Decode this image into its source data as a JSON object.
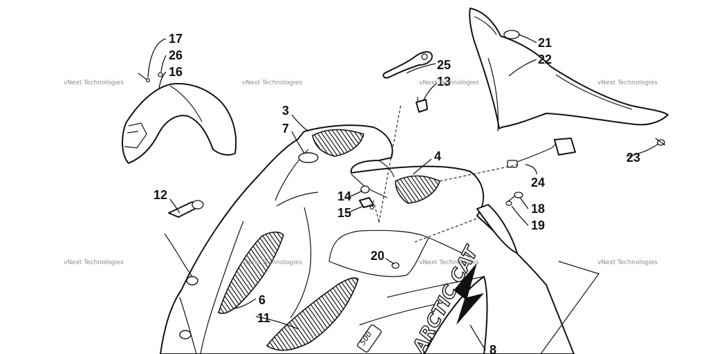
{
  "watermark": "vNext Technologies",
  "brand_decal": "ARCTIC CAT",
  "model_badge": "500",
  "callouts": [
    "17",
    "26",
    "16",
    "25",
    "13",
    "21",
    "22",
    "3",
    "7",
    "4",
    "23",
    "24",
    "12",
    "14",
    "15",
    "18",
    "19",
    "20",
    "6",
    "11",
    "8"
  ]
}
